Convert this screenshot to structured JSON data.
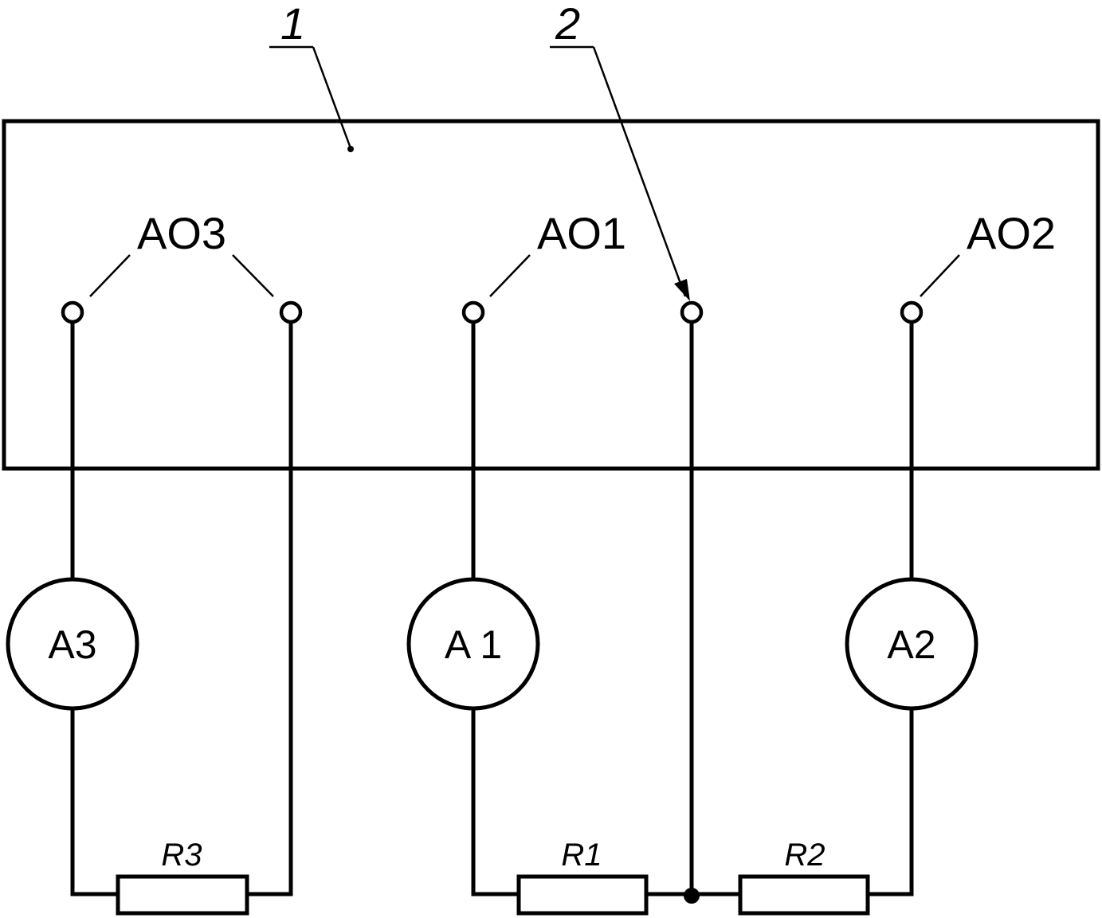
{
  "callouts": {
    "device": "1",
    "terminal": "2"
  },
  "terminal_groups": {
    "ao3": "AO3",
    "ao1": "AO1",
    "ao2": "AO2"
  },
  "ammeters": {
    "a3": "A3",
    "a1": "A 1",
    "a2": "A2"
  },
  "resistors": {
    "r3": "R3",
    "r1": "R1",
    "r2": "R2"
  }
}
